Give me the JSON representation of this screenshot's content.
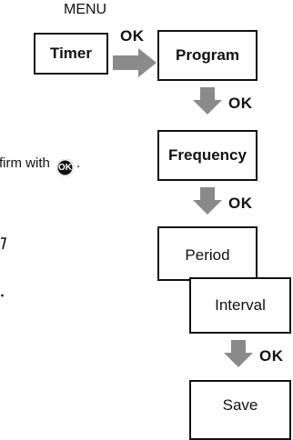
{
  "diagram": {
    "menu_label": "MENU",
    "ok_label": "OK",
    "boxes": {
      "timer": "Timer",
      "program": "Program",
      "frequency": "Frequency",
      "period": "Period",
      "interval": "Interval",
      "save": "Save"
    },
    "left_text": {
      "confirm_fragment": "firm with",
      "confirm_button": "OK",
      "trailing_period": "."
    }
  },
  "colors": {
    "arrow": "#8a8a8a",
    "border": "#111111",
    "text": "#111111"
  }
}
